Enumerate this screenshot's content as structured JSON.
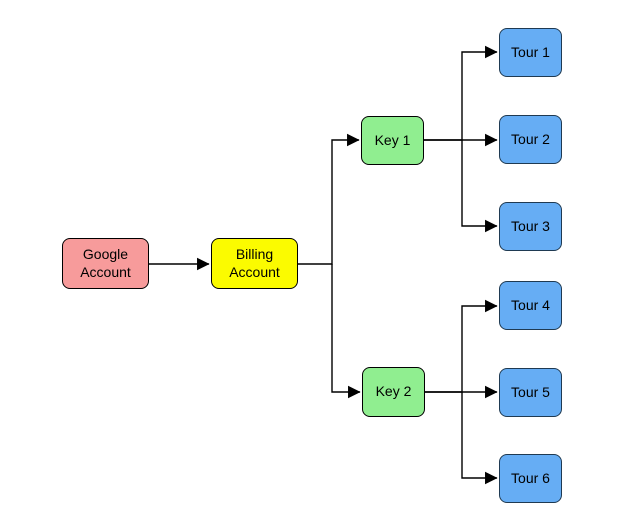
{
  "diagram": {
    "background_color": "#ffffff",
    "connector_color": "#000000",
    "nodes": [
      {
        "id": "google-account",
        "label": "Google Account",
        "fill": "#F79B9B",
        "border": "#000000",
        "text_color": "#000000"
      },
      {
        "id": "billing-account",
        "label": "Billing Account",
        "fill": "#FBFB00",
        "border": "#000000",
        "text_color": "#000000"
      },
      {
        "id": "key-1",
        "label": "Key 1",
        "fill": "#90EE90",
        "border": "#000000",
        "text_color": "#000000"
      },
      {
        "id": "key-2",
        "label": "Key 2",
        "fill": "#90EE90",
        "border": "#000000",
        "text_color": "#000000"
      },
      {
        "id": "tour-1",
        "label": "Tour 1",
        "fill": "#66ADF4",
        "border": "#1F3A52",
        "text_color": "#000000"
      },
      {
        "id": "tour-2",
        "label": "Tour 2",
        "fill": "#66ADF4",
        "border": "#1F3A52",
        "text_color": "#000000"
      },
      {
        "id": "tour-3",
        "label": "Tour 3",
        "fill": "#66ADF4",
        "border": "#1F3A52",
        "text_color": "#000000"
      },
      {
        "id": "tour-4",
        "label": "Tour 4",
        "fill": "#66ADF4",
        "border": "#1F3A52",
        "text_color": "#000000"
      },
      {
        "id": "tour-5",
        "label": "Tour 5",
        "fill": "#66ADF4",
        "border": "#1F3A52",
        "text_color": "#000000"
      },
      {
        "id": "tour-6",
        "label": "Tour 6",
        "fill": "#66ADF4",
        "border": "#1F3A52",
        "text_color": "#000000"
      }
    ],
    "edges": [
      {
        "from": "google-account",
        "to": "billing-account"
      },
      {
        "from": "billing-account",
        "to": "key-1"
      },
      {
        "from": "billing-account",
        "to": "key-2"
      },
      {
        "from": "key-1",
        "to": "tour-1"
      },
      {
        "from": "key-1",
        "to": "tour-2"
      },
      {
        "from": "key-1",
        "to": "tour-3"
      },
      {
        "from": "key-2",
        "to": "tour-4"
      },
      {
        "from": "key-2",
        "to": "tour-5"
      },
      {
        "from": "key-2",
        "to": "tour-6"
      }
    ]
  }
}
